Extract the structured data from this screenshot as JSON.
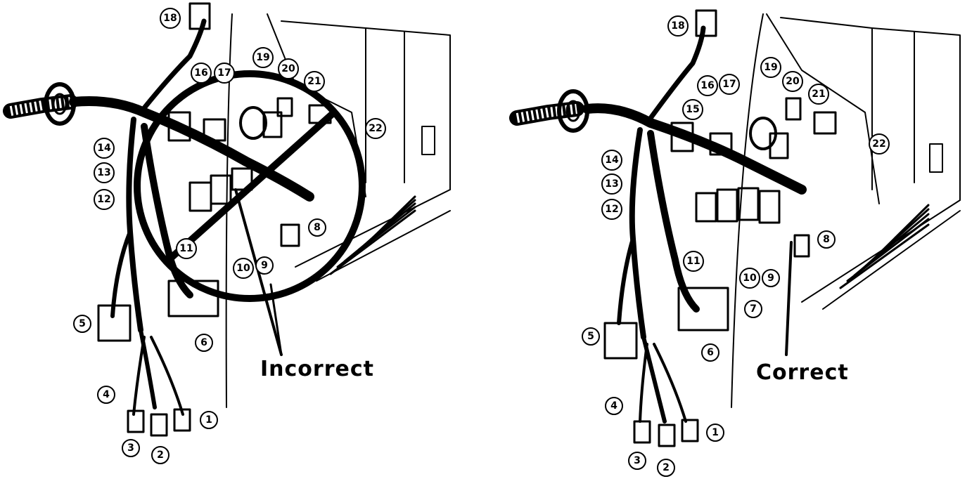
{
  "panels": [
    {
      "id": "incorrect",
      "caption": "Incorrect",
      "crossed_out": true,
      "callouts": [
        {
          "number": "1"
        },
        {
          "number": "2"
        },
        {
          "number": "3"
        },
        {
          "number": "4"
        },
        {
          "number": "5"
        },
        {
          "number": "6"
        },
        {
          "number": "8"
        },
        {
          "number": "9"
        },
        {
          "number": "10"
        },
        {
          "number": "11"
        },
        {
          "number": "12"
        },
        {
          "number": "13"
        },
        {
          "number": "14"
        },
        {
          "number": "16"
        },
        {
          "number": "17"
        },
        {
          "number": "18"
        },
        {
          "number": "19"
        },
        {
          "number": "20"
        },
        {
          "number": "21"
        },
        {
          "number": "22"
        }
      ]
    },
    {
      "id": "correct",
      "caption": "Correct",
      "crossed_out": false,
      "callouts": [
        {
          "number": "1"
        },
        {
          "number": "2"
        },
        {
          "number": "3"
        },
        {
          "number": "4"
        },
        {
          "number": "5"
        },
        {
          "number": "6"
        },
        {
          "number": "7"
        },
        {
          "number": "8"
        },
        {
          "number": "9"
        },
        {
          "number": "10"
        },
        {
          "number": "11"
        },
        {
          "number": "12"
        },
        {
          "number": "13"
        },
        {
          "number": "14"
        },
        {
          "number": "15"
        },
        {
          "number": "16"
        },
        {
          "number": "17"
        },
        {
          "number": "18"
        },
        {
          "number": "19"
        },
        {
          "number": "20"
        },
        {
          "number": "21"
        },
        {
          "number": "22"
        }
      ]
    }
  ],
  "colors": {
    "ink": "#000000",
    "paper": "#ffffff"
  }
}
